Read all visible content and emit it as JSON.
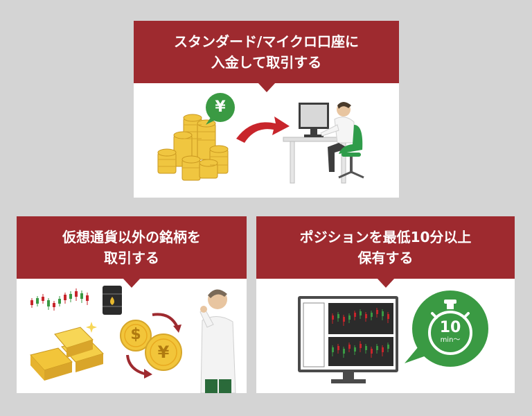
{
  "panels": {
    "top": {
      "title_line1": "スタンダード/マイクロ口座に",
      "title_line2": "入金して取引する"
    },
    "left": {
      "title_line1": "仮想通貨以外の銘柄を",
      "title_line2": "取引する"
    },
    "right": {
      "title_line1": "ポジションを最低10分以上",
      "title_line2": "保有する"
    }
  },
  "icons": {
    "yen_badge": "¥",
    "dollar_coin": "$",
    "yen_coin": "¥",
    "timer_number": "10",
    "timer_unit": "min〜"
  },
  "colors": {
    "header_bg": "#9e2a2f",
    "accent_red": "#c8252b",
    "green": "#3a9a43",
    "gold": "#e8b92e"
  }
}
